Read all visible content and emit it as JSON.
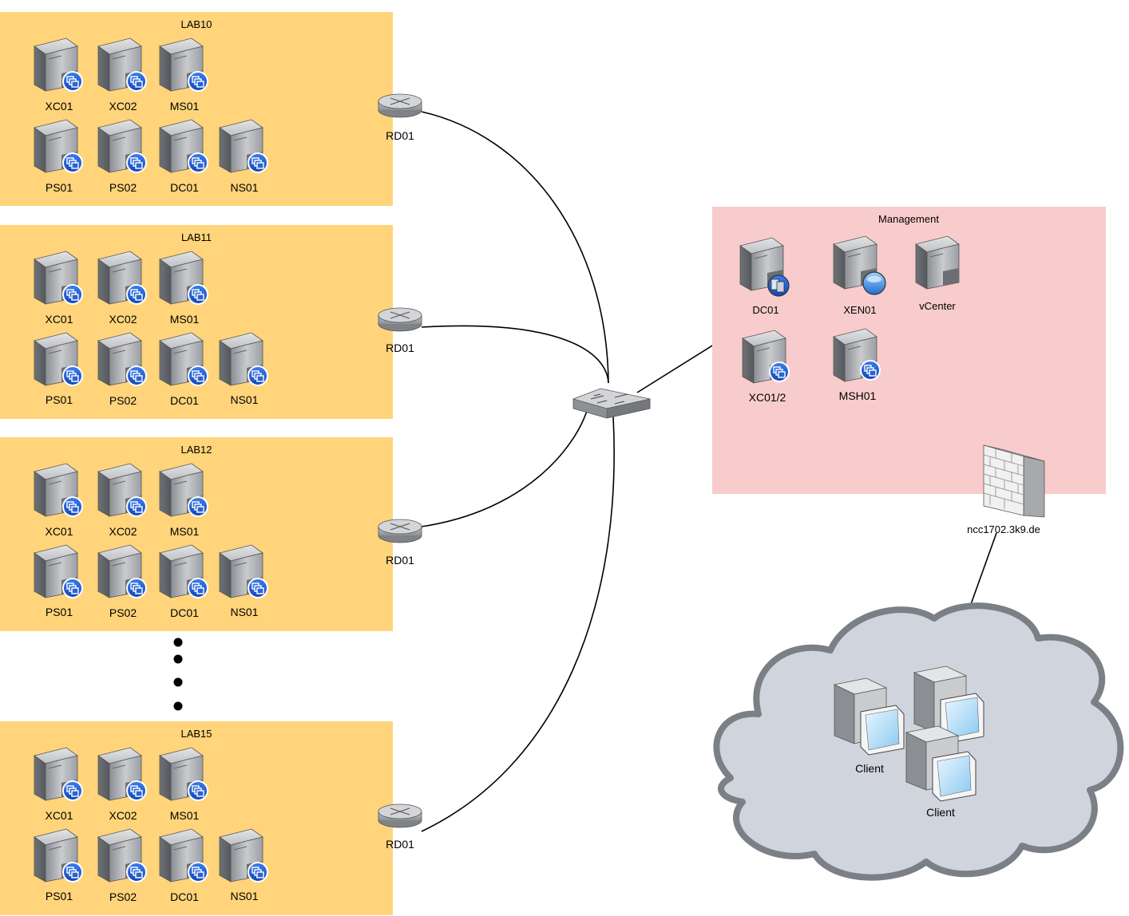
{
  "labs": [
    {
      "title": "LAB10",
      "router": "RD01",
      "servers": [
        "XC01",
        "XC02",
        "MS01",
        "PS01",
        "PS02",
        "DC01",
        "NS01"
      ]
    },
    {
      "title": "LAB11",
      "router": "RD01",
      "servers": [
        "XC01",
        "XC02",
        "MS01",
        "PS01",
        "PS02",
        "DC01",
        "NS01"
      ]
    },
    {
      "title": "LAB12",
      "router": "RD01",
      "servers": [
        "XC01",
        "XC02",
        "MS01",
        "PS01",
        "PS02",
        "DC01",
        "NS01"
      ]
    },
    {
      "title": "LAB15",
      "router": "RD01",
      "servers": [
        "XC01",
        "XC02",
        "MS01",
        "PS01",
        "PS02",
        "DC01",
        "NS01"
      ]
    }
  ],
  "management": {
    "title": "Management",
    "servers": [
      {
        "label": "DC01",
        "badge": "vm-host-icon"
      },
      {
        "label": "XEN01",
        "badge": "globe-icon"
      },
      {
        "label": "vCenter",
        "badge": ""
      },
      {
        "label": "XC01/2",
        "badge": "vm-icon"
      },
      {
        "label": "MSH01",
        "badge": "vm-icon"
      }
    ]
  },
  "firewall": {
    "label": "ncc1702.3k9.de"
  },
  "cloud": {
    "clients": [
      "Client",
      "Client"
    ]
  },
  "colors": {
    "lab_bg": "#ffd47a",
    "management_bg": "#f8cccc",
    "cloud_fill": "#d0d4dc",
    "cloud_stroke": "#7b7f86",
    "badge_blue": "#1e5fd6"
  }
}
